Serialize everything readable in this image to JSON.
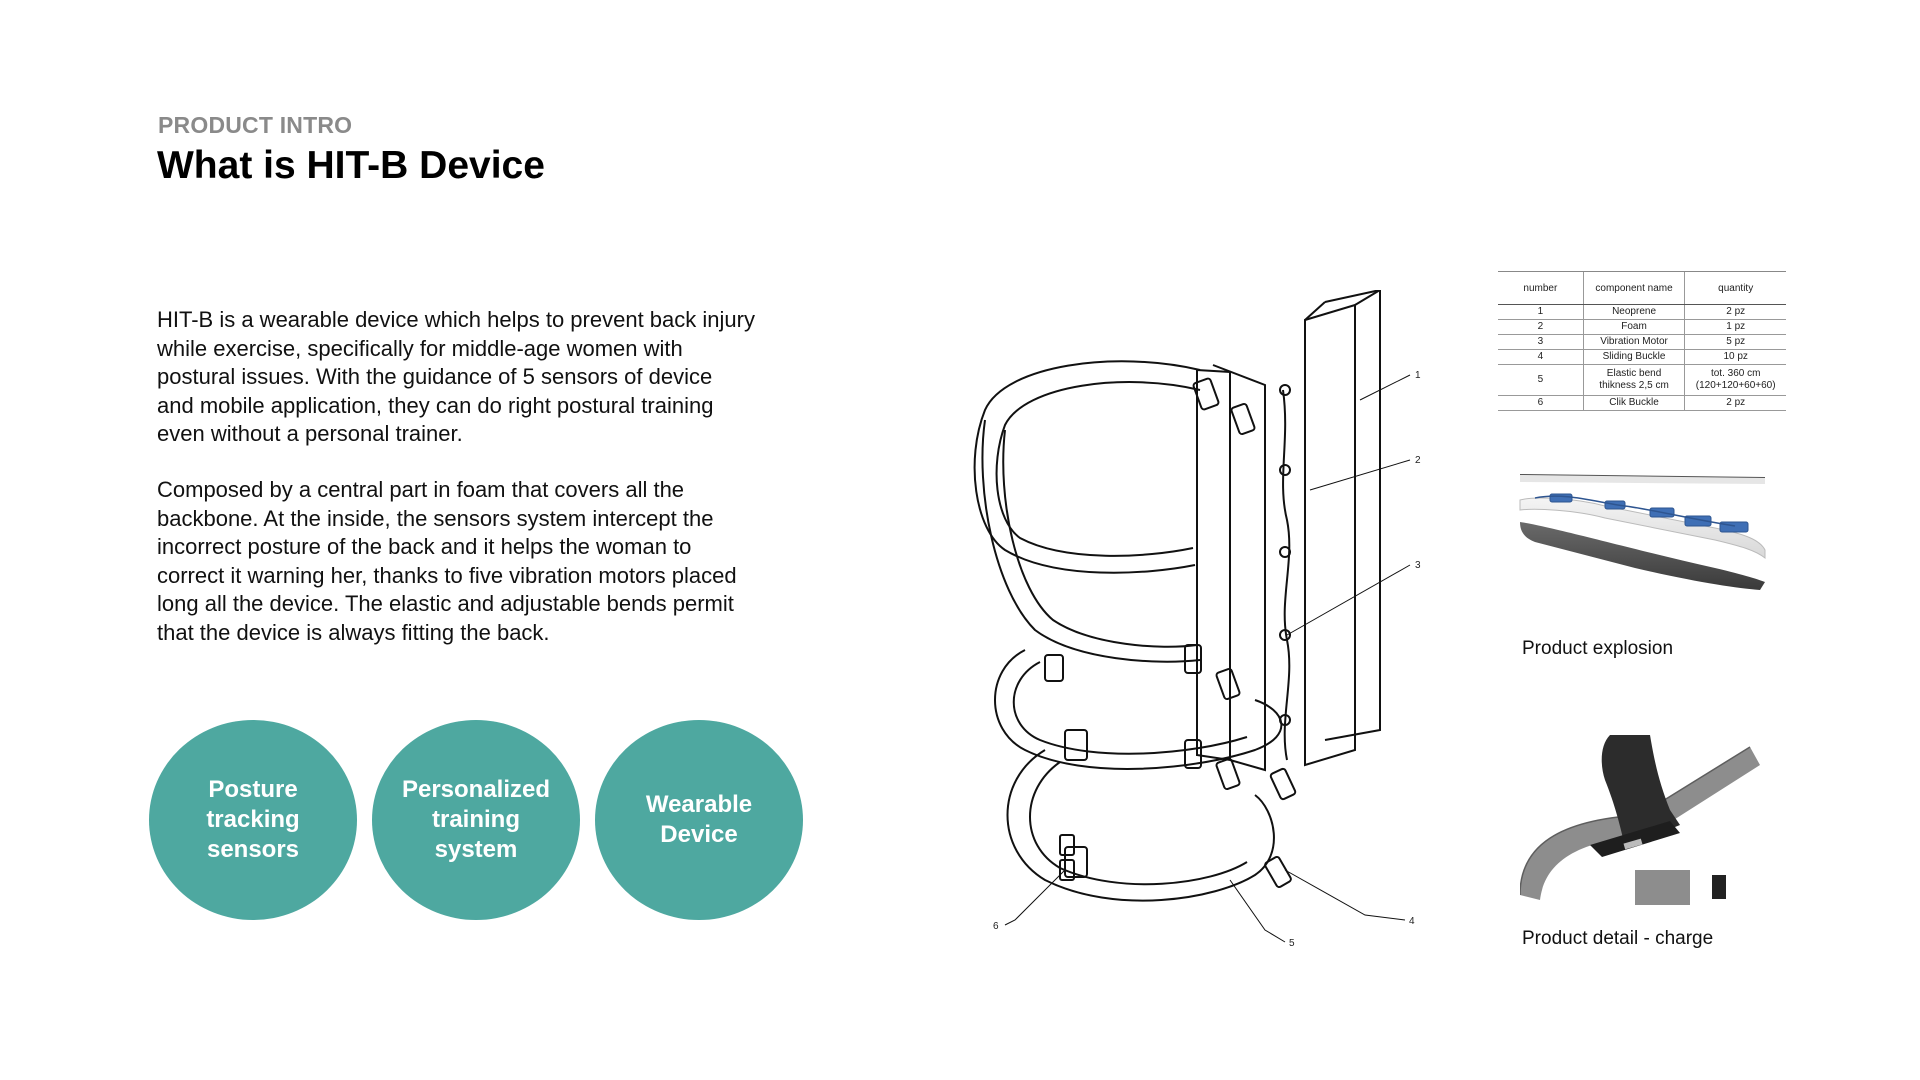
{
  "header": {
    "section_label": "PRODUCT INTRO",
    "title": "What is HIT-B Device"
  },
  "body": {
    "paragraph_1": "HIT-B is a wearable device which helps to prevent back injury\nwhile exercise, specifically for middle-age women with\npostural issues.  With the guidance of 5 sensors of device\nand mobile application, they can do right postural training\neven without a personal trainer.",
    "paragraph_2": "Composed by a central part in foam that covers all the\nbackbone. At the inside, the sensors system intercept the\nincorrect posture of the back and it helps the woman to\ncorrect it warning her, thanks to five vibration motors placed\nlong all the device. The elastic and adjustable bends permit\nthat the device is always fitting the back."
  },
  "badges": [
    {
      "label": "Posture\ntracking\nsensors"
    },
    {
      "label": "Personalized\ntraining\nsystem"
    },
    {
      "label": "Wearable\nDevice"
    }
  ],
  "diagram_callouts": [
    "1",
    "2",
    "3",
    "4",
    "5",
    "6"
  ],
  "components_table": {
    "headers": [
      "number",
      "component name",
      "quantity"
    ],
    "rows": [
      [
        "1",
        "Neoprene",
        "2 pz"
      ],
      [
        "2",
        "Foam",
        "1 pz"
      ],
      [
        "3",
        "Vibration Motor",
        "5 pz"
      ],
      [
        "4",
        "Sliding Buckle",
        "10 pz"
      ],
      [
        "5",
        "Elastic bend\nthikness 2,5 cm",
        "tot. 360 cm\n(120+120+60+60)"
      ],
      [
        "6",
        "Clik Buckle",
        "2 pz"
      ]
    ]
  },
  "captions": {
    "explosion": "Product explosion",
    "detail": "Product detail - charge"
  },
  "colors": {
    "badge_fill": "#4ea8a0",
    "label_gray": "#8a8a8a",
    "motor_blue": "#3f6fb5"
  },
  "icons": {
    "diagram": "exploded-backbrace-drawing",
    "explosion": "layer-explosion-render",
    "detail": "charging-port-render"
  }
}
